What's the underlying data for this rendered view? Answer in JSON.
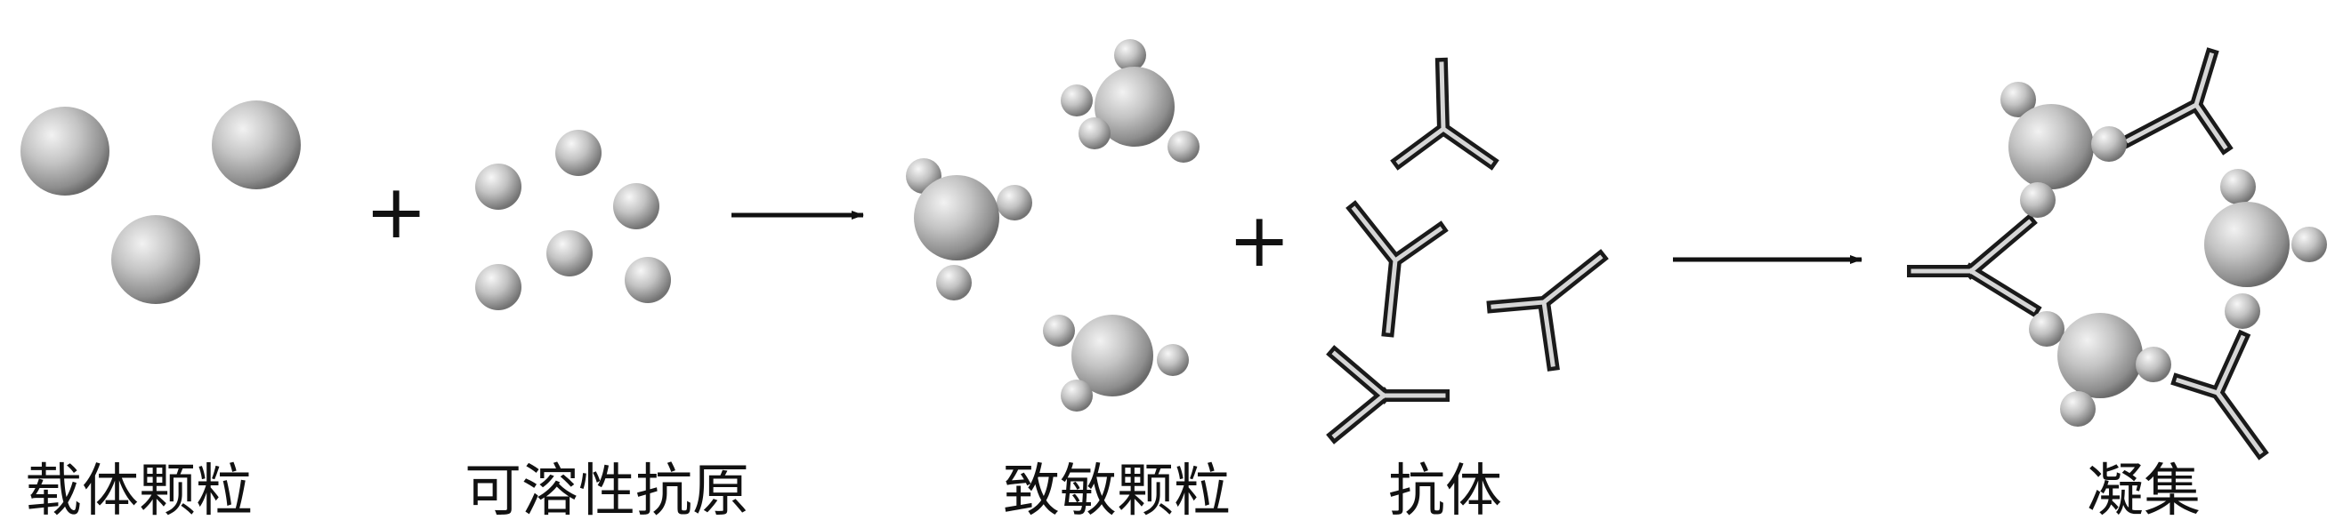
{
  "labels": {
    "carrier_particles": "载体颗粒",
    "soluble_antigen": "可溶性抗原",
    "sensitized_particles": "致敏颗粒",
    "antibody": "抗体",
    "agglutination": "凝集"
  },
  "operators": {
    "plus_1": "+",
    "plus_2": "+"
  },
  "colors": {
    "sphere_light": "#e9e9e9",
    "sphere_mid": "#b0b0b0",
    "sphere_dark": "#6f6f6f",
    "antibody_outline": "#1a1a1a",
    "antibody_fill": "#d6d6d6",
    "arrow": "#111111"
  }
}
